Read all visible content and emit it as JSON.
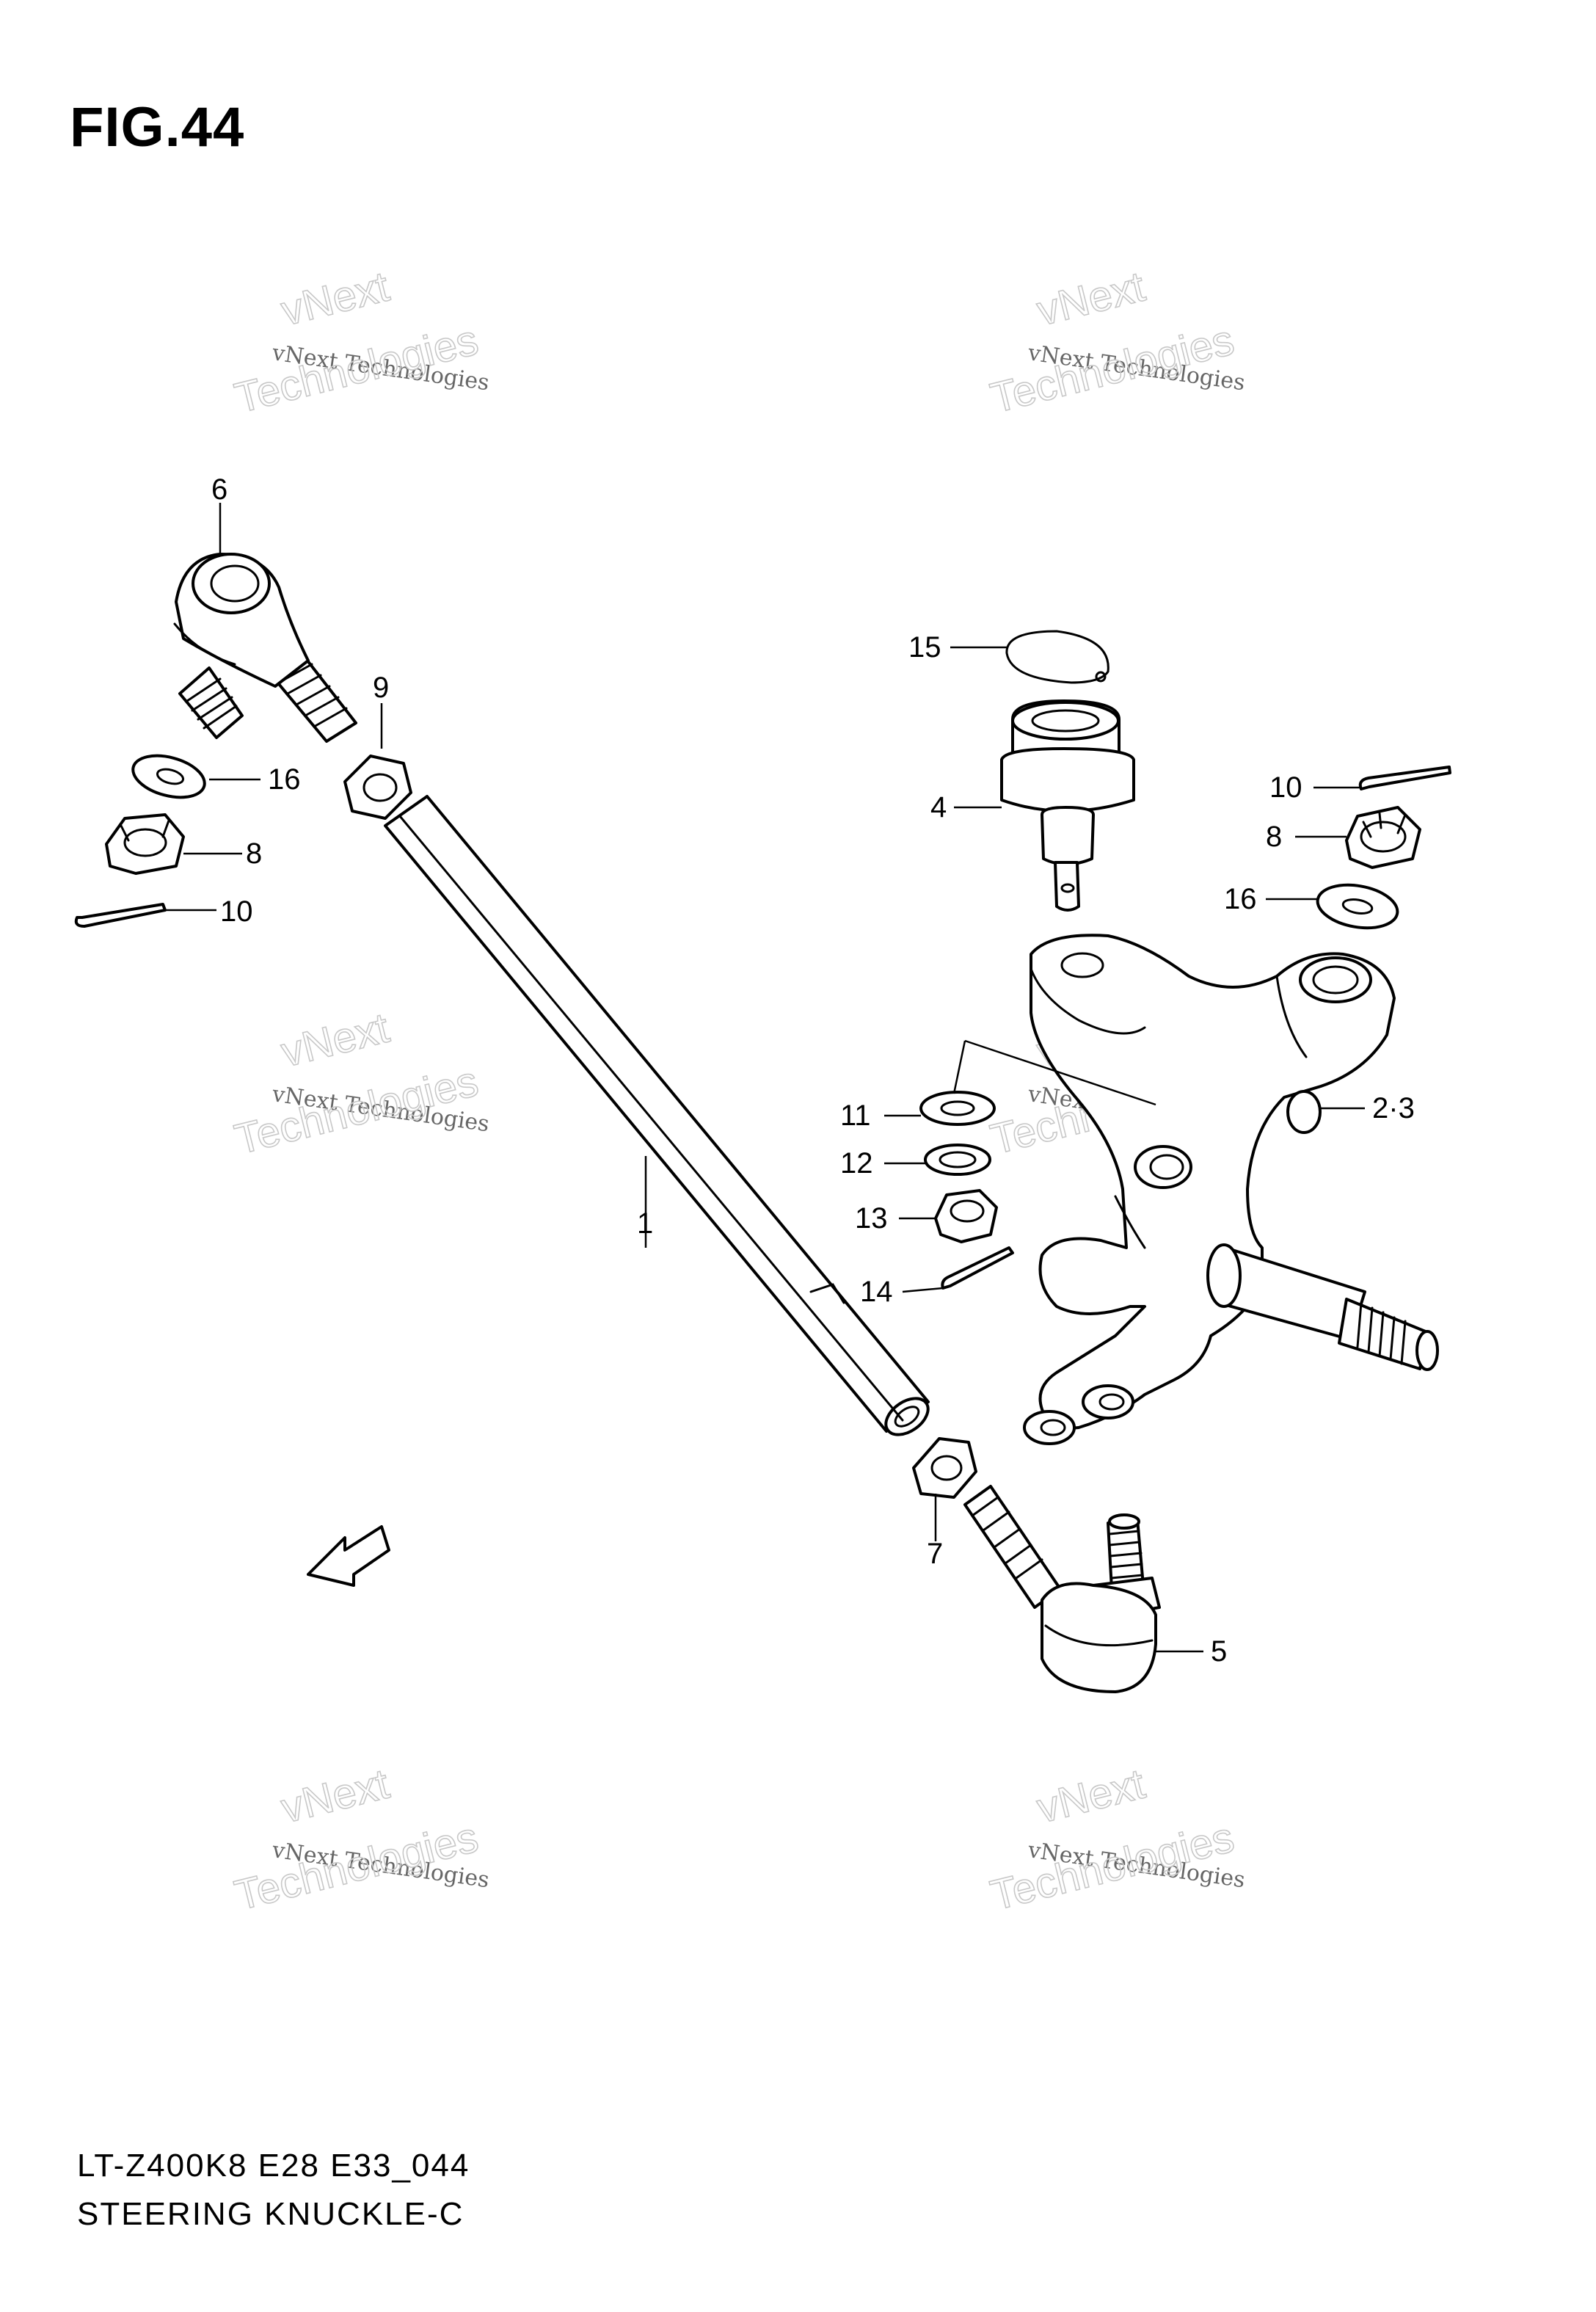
{
  "figure": {
    "title": "FIG.44",
    "footer_line1": "LT-Z400K8 E28 E33_044",
    "footer_line2": "STEERING KNUCKLE-C"
  },
  "watermark": {
    "small": "vNext Technologies",
    "big_line1": "vNext",
    "big_line2": "Technologies"
  },
  "fwd_arrow_label": "FWD",
  "callouts": [
    {
      "id": "1",
      "text": "1"
    },
    {
      "id": "2-3",
      "text": "2·3"
    },
    {
      "id": "4",
      "text": "4"
    },
    {
      "id": "5",
      "text": "5"
    },
    {
      "id": "6",
      "text": "6"
    },
    {
      "id": "7",
      "text": "7"
    },
    {
      "id": "8a",
      "text": "8"
    },
    {
      "id": "8b",
      "text": "8"
    },
    {
      "id": "9",
      "text": "9"
    },
    {
      "id": "10a",
      "text": "10"
    },
    {
      "id": "10b",
      "text": "10"
    },
    {
      "id": "11",
      "text": "11"
    },
    {
      "id": "12",
      "text": "12"
    },
    {
      "id": "13",
      "text": "13"
    },
    {
      "id": "14",
      "text": "14"
    },
    {
      "id": "15",
      "text": "15"
    },
    {
      "id": "16a",
      "text": "16"
    },
    {
      "id": "16b",
      "text": "16"
    }
  ]
}
